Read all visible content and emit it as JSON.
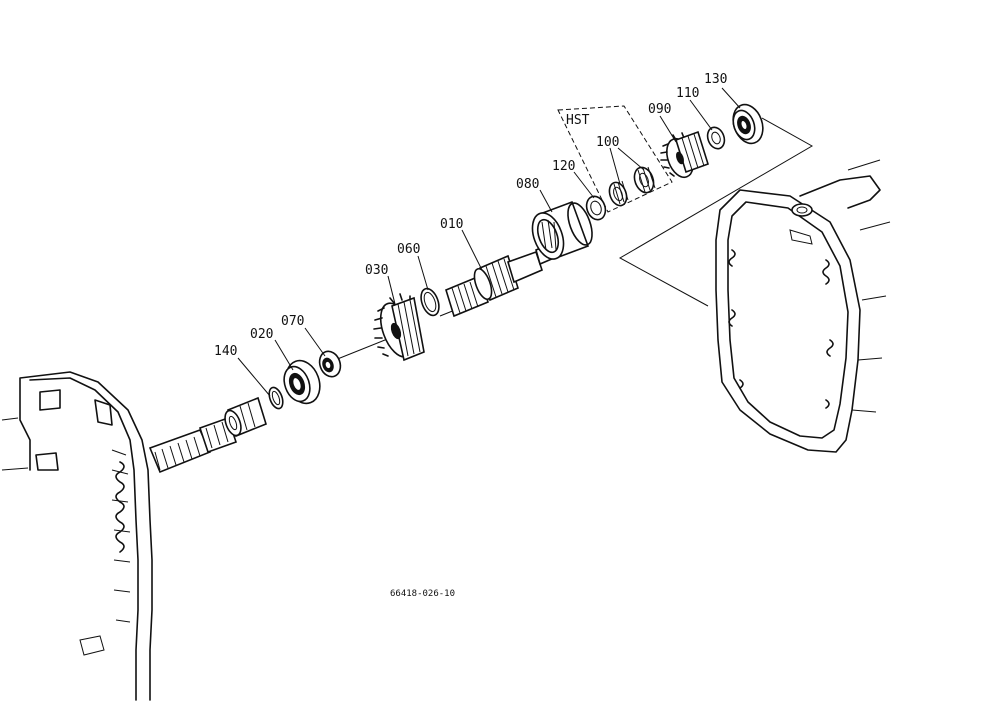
{
  "diagram": {
    "group_label": "HST",
    "drawing_code": "66418-026-10",
    "callouts": [
      "010",
      "020",
      "030",
      "060",
      "070",
      "080",
      "090",
      "100",
      "110",
      "120",
      "130",
      "140"
    ]
  }
}
